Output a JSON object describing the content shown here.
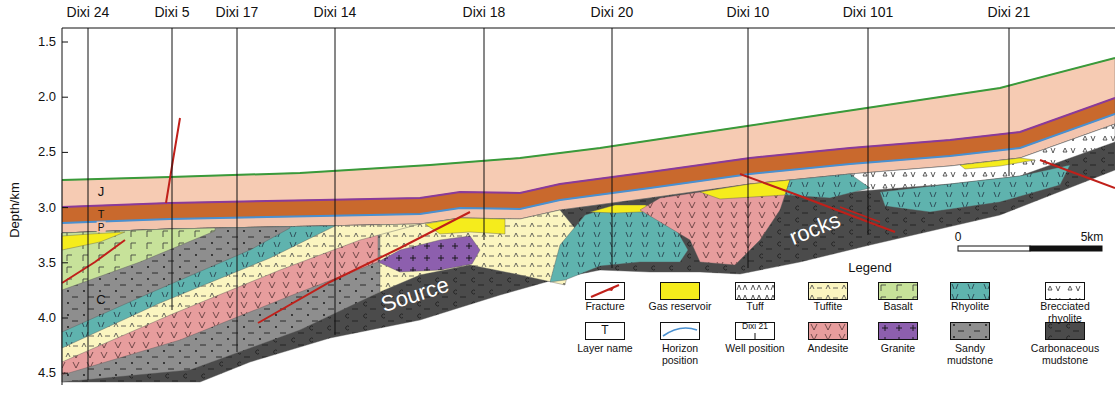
{
  "diagram": {
    "labels": [
      "Dixi 24",
      "Dixi 5",
      "Dixi 17",
      "Dixi 14",
      "Dixi 18",
      "Dixi 20",
      "Dixi 10",
      "Dixi 101",
      "Dixi 21",
      "1.5",
      "2.0",
      "2.5",
      "3.0",
      "3.5",
      "4.0",
      "4.5",
      "Depth/km",
      "J",
      "T",
      "P",
      "C",
      "Source",
      "rocks",
      "0",
      "5km",
      "Legend",
      "T",
      "Dixi 21"
    ],
    "legend": [
      {
        "text": "Fracture"
      },
      {
        "text": "Gas reservoir",
        "color": "#f5ec1c"
      },
      {
        "text": "Tuff"
      },
      {
        "text": "Tuffite",
        "color": "#fbf5c0"
      },
      {
        "text": "Basalt",
        "color": "#c7e29a"
      },
      {
        "text": "Rhyolite",
        "color": "#5fb3ae"
      },
      {
        "text": "Brecciated rhyolite"
      },
      {
        "text": "Layer name"
      },
      {
        "text": "Horizon position"
      },
      {
        "text": "Well position"
      },
      {
        "text": "Andesite",
        "color": "#e79d9d"
      },
      {
        "text": "Granite",
        "color": "#8d5fae"
      },
      {
        "text": "Sandy mudstone",
        "color": "#8e8e8e"
      },
      {
        "text": "Carbonaceous mudstone",
        "color": "#4b4b4b"
      }
    ]
  }
}
